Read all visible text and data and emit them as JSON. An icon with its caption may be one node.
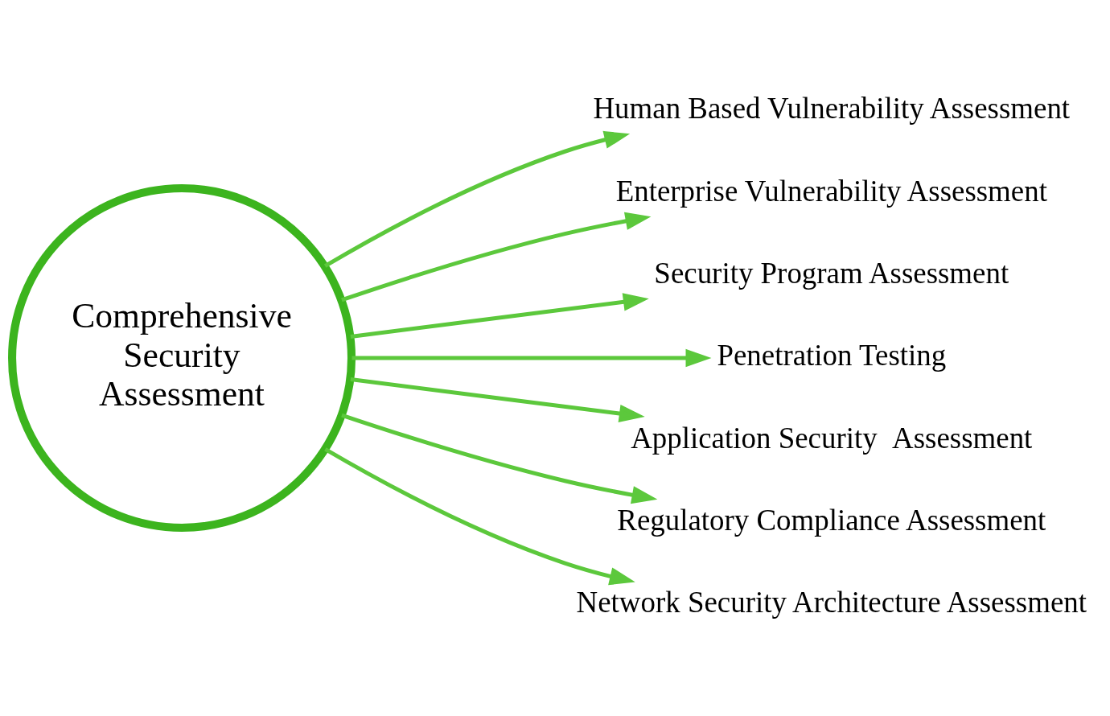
{
  "diagram": {
    "nodes": [
      {
        "text": [
          "Comprehensive Security Assessment"
        ]
      },
      {
        "text": [
          "Human Based Vulnerability Assessment"
        ]
      },
      {
        "text": [
          "Enterprise Vulnerability Assessment"
        ]
      },
      {
        "text": [
          "Security Program Assessment"
        ]
      },
      {
        "text": [
          "Penetration Testing"
        ]
      },
      {
        "text": [
          "Application Security  Assessment"
        ]
      },
      {
        "text": [
          "Regulatory Compliance Assessment"
        ]
      },
      {
        "text": [
          "Network Security Architecture Assessment"
        ]
      }
    ],
    "edges": [
      {
        "from": 0,
        "to": 1,
        "arrow": "to"
      },
      {
        "from": 0,
        "to": 2,
        "arrow": "to"
      },
      {
        "from": 0,
        "to": 3,
        "arrow": "to"
      },
      {
        "from": 0,
        "to": 4,
        "arrow": "to"
      },
      {
        "from": 0,
        "to": 5,
        "arrow": "to"
      },
      {
        "from": 0,
        "to": 6,
        "arrow": "to"
      },
      {
        "from": 0,
        "to": 7,
        "arrow": "to"
      }
    ]
  }
}
